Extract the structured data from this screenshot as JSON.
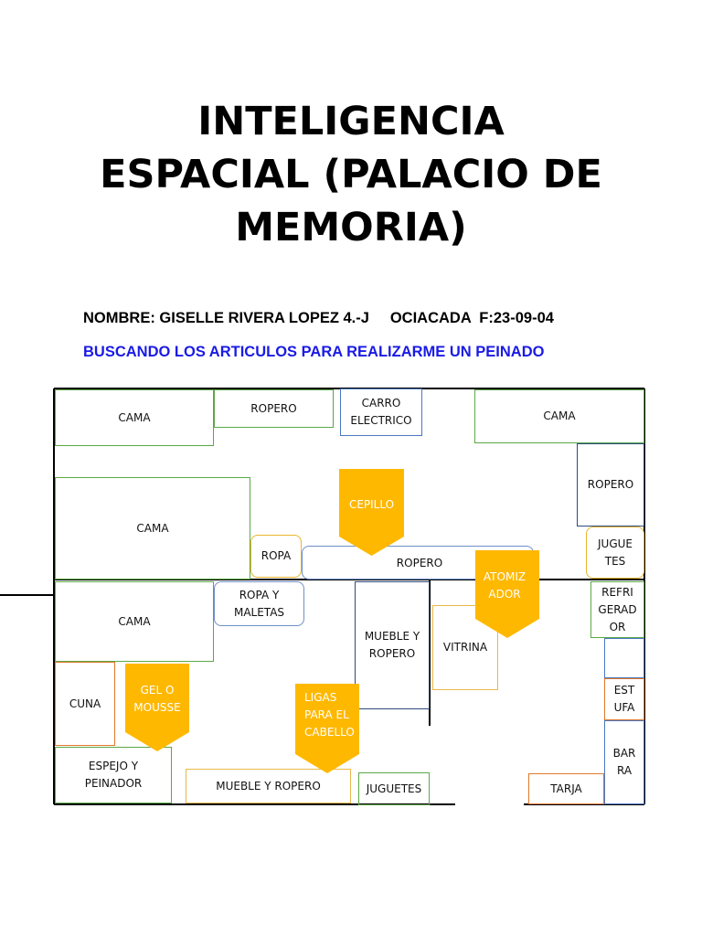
{
  "title": {
    "line1": "INTELIGENCIA",
    "line2": "ESPACIAL (PALACIO DE",
    "line3": "MEMORIA)"
  },
  "nombre": "NOMBRE: GISELLE RIVERA LOPEZ 4.-J     OCIACADA  F:23-09-04",
  "subtitle": "BUSCANDO LOS ARTICULOS PARA REALIZARME UN PEINADO",
  "plan": {
    "rooms": {
      "cama_top_left": "CAMA",
      "ropero_top": "ROPERO",
      "carro": "CARRO\nELECTRICO",
      "cama_top_right": "CAMA",
      "ropero_right": "ROPERO",
      "cama_mid_left": "CAMA",
      "ropa": "ROPA",
      "ropero_mid": "ROPERO",
      "juguetes_right": "JUGUE\nTES",
      "cama_low_left": "CAMA",
      "ropa_maletas": "ROPA Y\nMALETAS",
      "mueble_ropero_center": "MUEBLE Y\nROPERO",
      "vitrina": "VITRINA",
      "refrigerador": "REFRI\nGERAD\nOR",
      "cuna": "CUNA",
      "estufa": "EST\nUFA",
      "barra": "BAR\nRA",
      "espejo": "ESPEJO Y\nPEINADOR",
      "mueble_ropero_bottom": "MUEBLE Y ROPERO",
      "juguetes_bottom": "JUGUETES",
      "tarja": "TARJA"
    },
    "markers": {
      "cepillo": "CEPILLO",
      "atomizador": "ATOMIZ\nADOR",
      "gel": "GEL O\nMOUSSE",
      "ligas": "LIGAS\nPARA EL\nCABELLO"
    },
    "colors": {
      "marker_fill": "#ffb800",
      "wall": "#000000",
      "subtitle": "#1a1ae6"
    }
  }
}
